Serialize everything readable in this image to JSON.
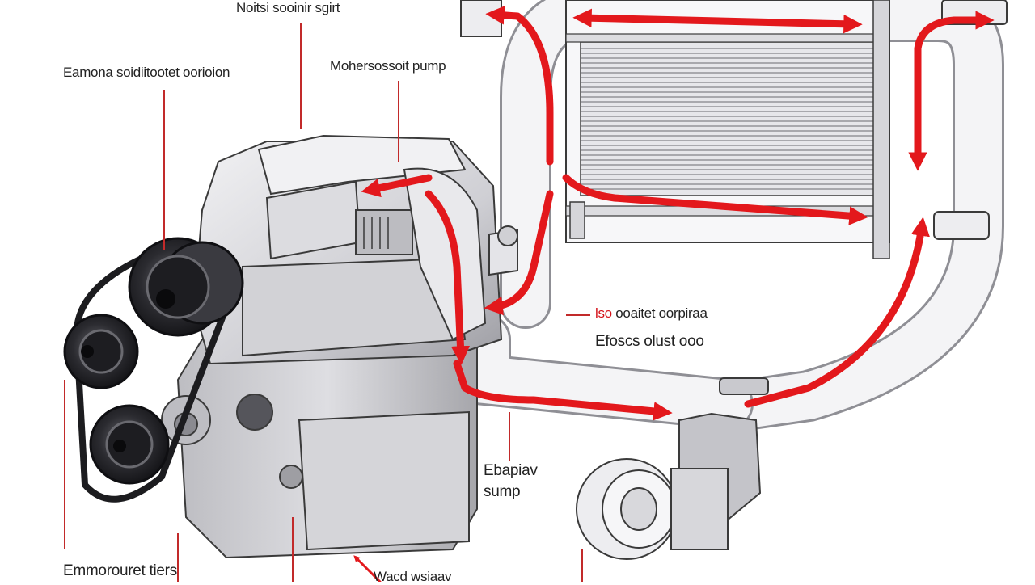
{
  "labels": {
    "top": "Noitsi sooinir sgirt",
    "top_left": "Eamona soidiitootet oorioion",
    "pump_top": "Mohersossoit pump",
    "ctrl_red": "lso",
    "ctrl_red_rest": "ooaitet oorpiraa",
    "ctrl_sub": "Efoscs olust ooo",
    "sump_1": "Ebapiav",
    "sump_2": "sump",
    "bottom_left": "Emmorouret tiers",
    "bottom_mid": "Wacd  wsiaav"
  },
  "colors": {
    "arrow": "#e3181c",
    "outline": "#3a3a3a",
    "metal_light": "#ececee",
    "metal_mid": "#c9c9cd",
    "metal_dark": "#7d7d82",
    "pulley": "#2a2a2d",
    "leader": "#c22a2a"
  }
}
